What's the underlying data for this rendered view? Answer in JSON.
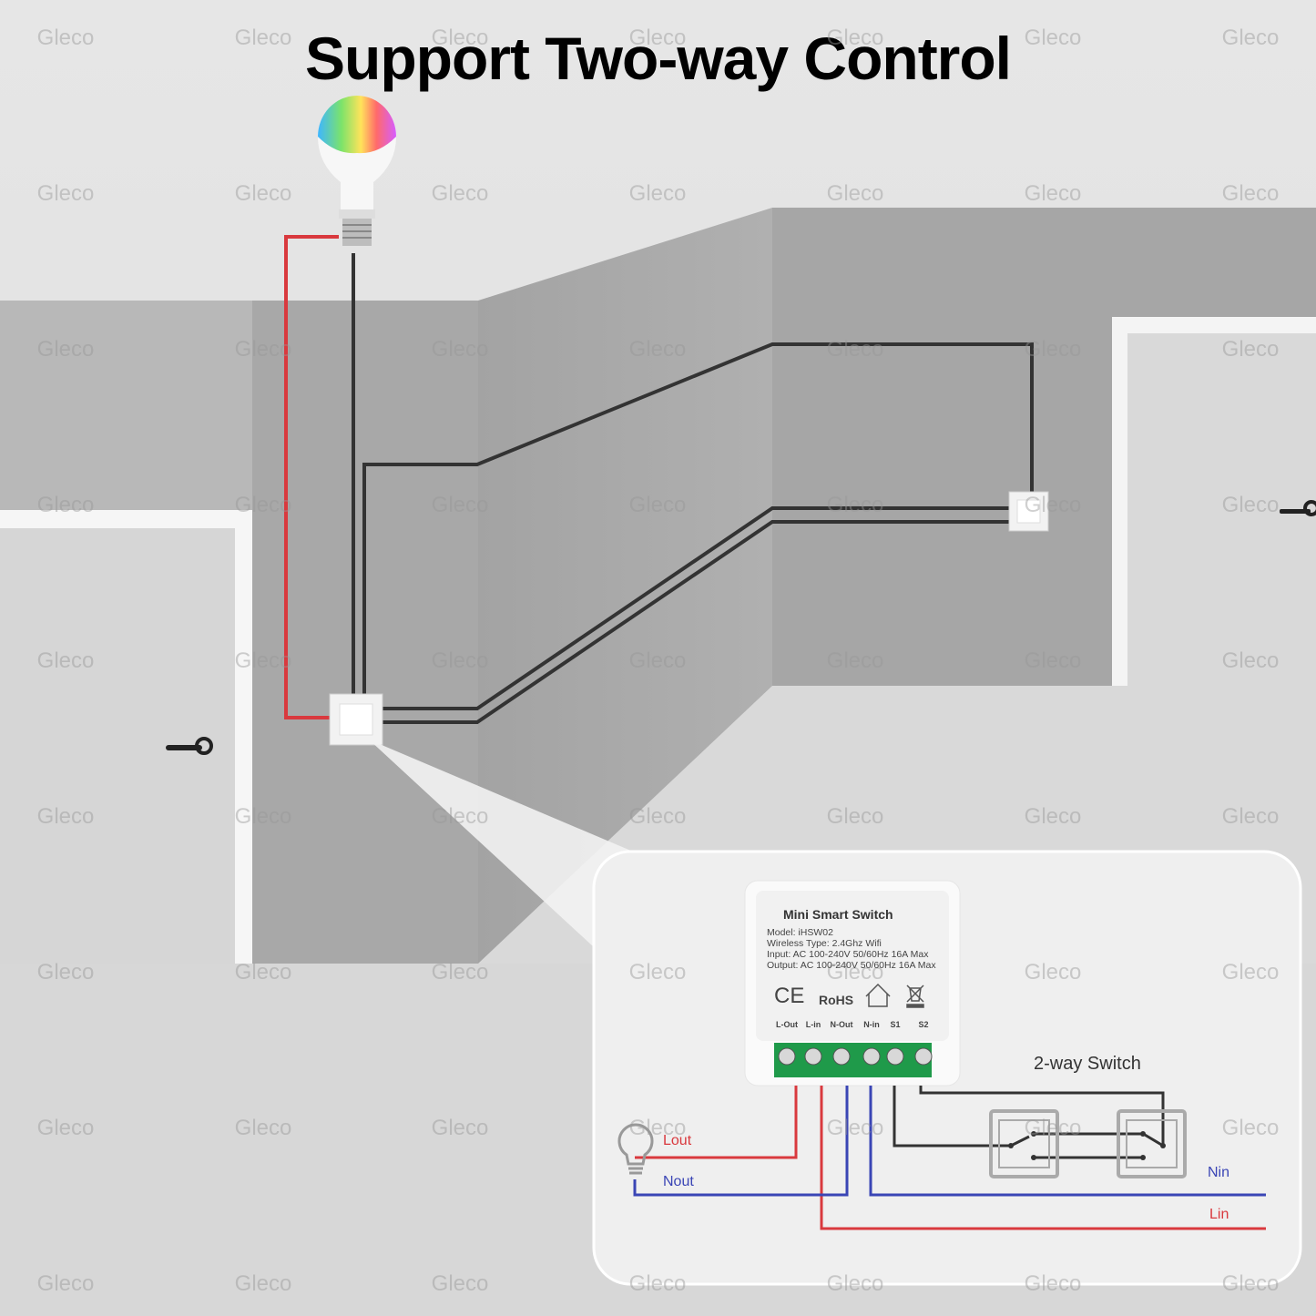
{
  "title": "Support Two-way Control",
  "watermark": "Gleco",
  "module": {
    "name": "Mini  Smart  Switch",
    "specs": [
      "Model: iHSW02",
      "Wireless Type: 2.4Ghz Wifi",
      "Input: AC 100-240V 50/60Hz 16A Max",
      "Output: AC 100-240V 50/60Hz 16A Max"
    ],
    "certifications": [
      "CE",
      "RoHS"
    ],
    "cert_icons": [
      "house-icon",
      "weee-bin-icon"
    ],
    "terminals": [
      "L-Out",
      "L-in",
      "N-Out",
      "N-in",
      "S1",
      "S2"
    ]
  },
  "wiring": {
    "switch_label": "2-way Switch",
    "lout": "Lout",
    "nout": "Nout",
    "nin": "Nin",
    "lin": "Lin",
    "colors": {
      "live": "#d9393e",
      "neutral": "#3a45b5",
      "switch": "#333333",
      "terminal": "#1f9a4a"
    }
  }
}
